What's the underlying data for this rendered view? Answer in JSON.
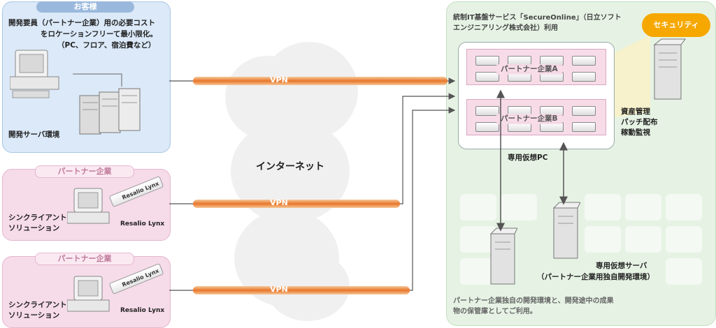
{
  "customer": {
    "header": "お客様",
    "desc_line1": "開発要員（パートナー企業）用の必要コスト",
    "desc_line2": "をロケーションフリーて最小限化。",
    "desc_line3": "（PC、フロア、宿泊費など）",
    "server_label": "開発サーバ環境"
  },
  "partners": [
    {
      "header": "パートナー企業",
      "label_line1": "シンクライアント",
      "label_line2": "ソリューション",
      "usb_text": "Resalio Lynx",
      "brand": "Resalio Lynx"
    },
    {
      "header": "パートナー企業",
      "label_line1": "シンクライアント",
      "label_line2": "ソリューション",
      "usb_text": "Resalio Lynx",
      "brand": "Resalio Lynx"
    }
  ],
  "internet": {
    "label": "インターネット"
  },
  "vpn": {
    "label": "VPN"
  },
  "service": {
    "title_line1": "統制IT基盤サービス「SecureOnline」（日立ソフト",
    "title_line2": "エンジニアリング株式会社）利用",
    "partner_a": "パートナー企業A",
    "partner_b": "パートナー企業B",
    "dedicated_pc": "専用仮想PC",
    "security": "セキュリティ",
    "mgmt_line1": "資産管理",
    "mgmt_line2": "パッチ配布",
    "mgmt_line3": "稼動監視",
    "server_line1": "専用仮想サーバ",
    "server_line2": "（パートナー企業用独自開発環境）",
    "note_line1": "パートナー企業独自の開発環境と、開発途中の成果",
    "note_line2": "物の保管庫としてご利用。"
  },
  "colors": {
    "vpn": "#e8762a",
    "security": "#f6a800",
    "customer_bg": "#dbe9f8",
    "partner_bg": "#f6dbe9",
    "service_bg": "#e6f3e4"
  }
}
